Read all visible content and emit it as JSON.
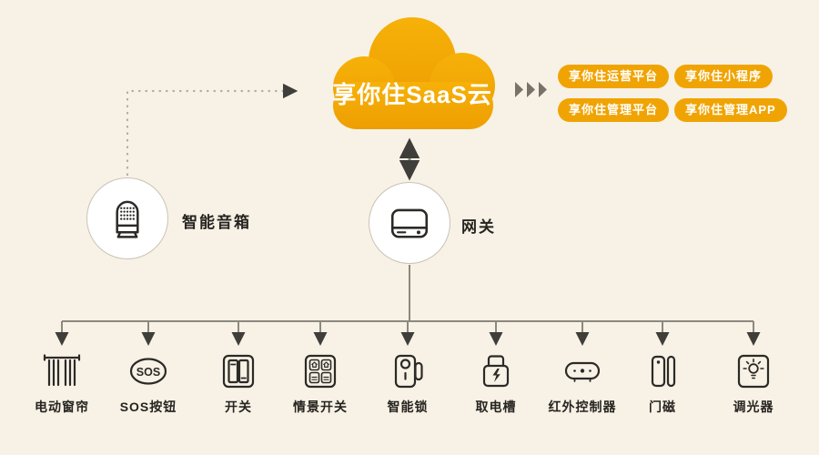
{
  "cloud": {
    "label": "享你住SaaS云",
    "color": "#f0a404"
  },
  "platforms": [
    {
      "label": "享你住运营平台"
    },
    {
      "label": "享你住小程序"
    },
    {
      "label": "享你住管理平台"
    },
    {
      "label": "享你住管理APP"
    }
  ],
  "nodes": {
    "speaker": {
      "label": "智能音箱",
      "icon": "smart-speaker-icon"
    },
    "gateway": {
      "label": "网关",
      "icon": "gateway-icon"
    }
  },
  "devices": [
    {
      "label": "电动窗帘",
      "icon": "electric-curtain-icon"
    },
    {
      "label": "SOS按钮",
      "icon": "sos-button-icon"
    },
    {
      "label": "开关",
      "icon": "wall-switch-icon"
    },
    {
      "label": "情景开关",
      "icon": "scene-switch-icon"
    },
    {
      "label": "智能锁",
      "icon": "smart-lock-icon"
    },
    {
      "label": "取电槽",
      "icon": "power-card-slot-icon"
    },
    {
      "label": "红外控制器",
      "icon": "ir-controller-icon"
    },
    {
      "label": "门磁",
      "icon": "door-sensor-icon"
    },
    {
      "label": "调光器",
      "icon": "dimmer-icon"
    }
  ],
  "sos_icon_text": "SOS",
  "colors": {
    "accent": "#f0a404",
    "line": "#8d887e",
    "dotted_line": "#b3ada1",
    "arrowhead": "#3f3e3a",
    "text": "#262420",
    "background": "#f8f2e6"
  }
}
